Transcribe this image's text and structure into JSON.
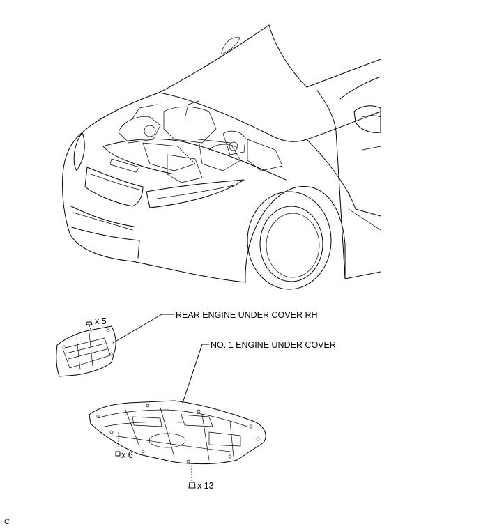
{
  "labels": {
    "rear_cover_rh": "REAR ENGINE UNDER COVER RH",
    "no1_cover": "NO. 1 ENGINE UNDER COVER"
  },
  "quantities": {
    "rear_cover_fasteners": "x 5",
    "no1_cover_clips": "x 6",
    "no1_cover_bolts": "x 13"
  },
  "corner_code": "C"
}
